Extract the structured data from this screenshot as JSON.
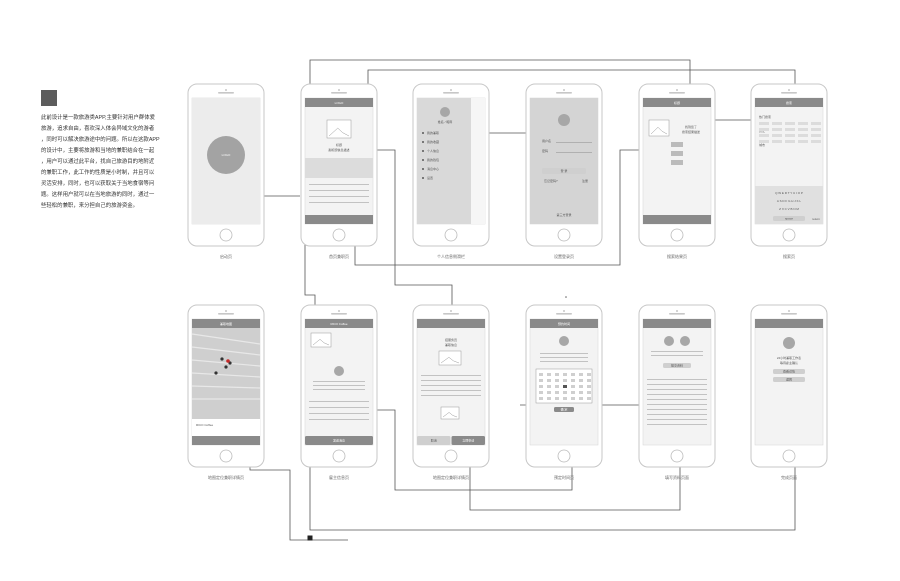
{
  "intro": {
    "lines": [
      "此前设计是一款旅游类APP,主要针对用户群体爱",
      "旅游，追求自由，喜欢深入体会异域文化的游者",
      "，同时可以解决旅游途中的问题。所以在这款APP",
      "的设计中，主要将旅游和当地的兼职结合在一起",
      "，用户可以通过此平台，找自己旅游目的地附近",
      "的兼职工作，此工作的性质是小时制，并且可以",
      "灵活安排，同时，也可以获取关于当地食宿等问",
      "题。这样用户就可以在当地旅游的同时，通过一",
      "些轻松的兼职，来分担自己的旅游资金。"
    ]
  },
  "screens": [
    {
      "id": "s1",
      "label": "启动页",
      "kind": "splash",
      "text": "LOGO"
    },
    {
      "id": "s2",
      "label": "首页兼职页",
      "kind": "home",
      "title": "LOGO",
      "lines": [
        "标题",
        "副标题信息描述"
      ]
    },
    {
      "id": "s3",
      "label": "个人信息侧滑栏",
      "kind": "drawer",
      "name": "姓名 / 昵称",
      "menu": [
        "我的兼职",
        "我的收藏",
        "个人信息",
        "我的钱包",
        "消息中心",
        "设置"
      ]
    },
    {
      "id": "s4",
      "label": "设置登录页",
      "kind": "login",
      "fields": [
        "用户名",
        "密码"
      ],
      "button": "登 录",
      "links": [
        "忘记密码?",
        "注册"
      ],
      "footer": "第三方登录"
    },
    {
      "id": "s5",
      "label": "搜索结果页",
      "kind": "result",
      "title": "标题",
      "lines": [
        "找到您了",
        "搜索结果描述"
      ]
    },
    {
      "id": "s6",
      "label": "搜索页",
      "kind": "search",
      "title": "搜索",
      "tags": [
        "热门搜索",
        "历史",
        "城市"
      ],
      "keys": [
        "Q W E R T Y U I O P",
        "A S D F G H J K L",
        "Z X C V B N M"
      ],
      "space": "space",
      "ret": "return"
    },
    {
      "id": "s7",
      "label": "地图定位兼职详情页",
      "kind": "map",
      "title": "兼职地图",
      "place": "RICO Coffee"
    },
    {
      "id": "s8",
      "label": "雇主信息页",
      "kind": "employer",
      "title": "RICO Coffee",
      "button": "发送消息"
    },
    {
      "id": "s9",
      "label": "地图定位兼职详情页",
      "kind": "detail",
      "lines": [
        "招服务员",
        "兼职信息"
      ],
      "buttons": [
        "取消",
        "立即申请"
      ]
    },
    {
      "id": "s10",
      "label": "预定时间页",
      "kind": "calendar",
      "title": "预约时间",
      "button": "确 定"
    },
    {
      "id": "s11",
      "label": "填写资料页面",
      "kind": "profile",
      "button": "提交资料"
    },
    {
      "id": "s12",
      "label": "完成页面",
      "kind": "done",
      "lines": [
        "24小时兼职工作表",
        "等待雇主确认"
      ],
      "buttons": [
        "查看详情",
        "返回"
      ]
    }
  ]
}
